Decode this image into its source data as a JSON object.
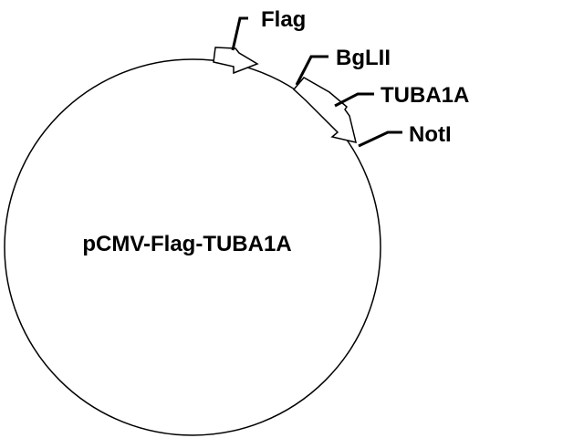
{
  "plasmid": {
    "name": "pCMV-Flag-TUBA1A"
  },
  "features": [
    {
      "label": "Flag"
    },
    {
      "label": "TUBA1A"
    }
  ],
  "sites": [
    {
      "label": "BgLII"
    },
    {
      "label": "NotI"
    }
  ]
}
